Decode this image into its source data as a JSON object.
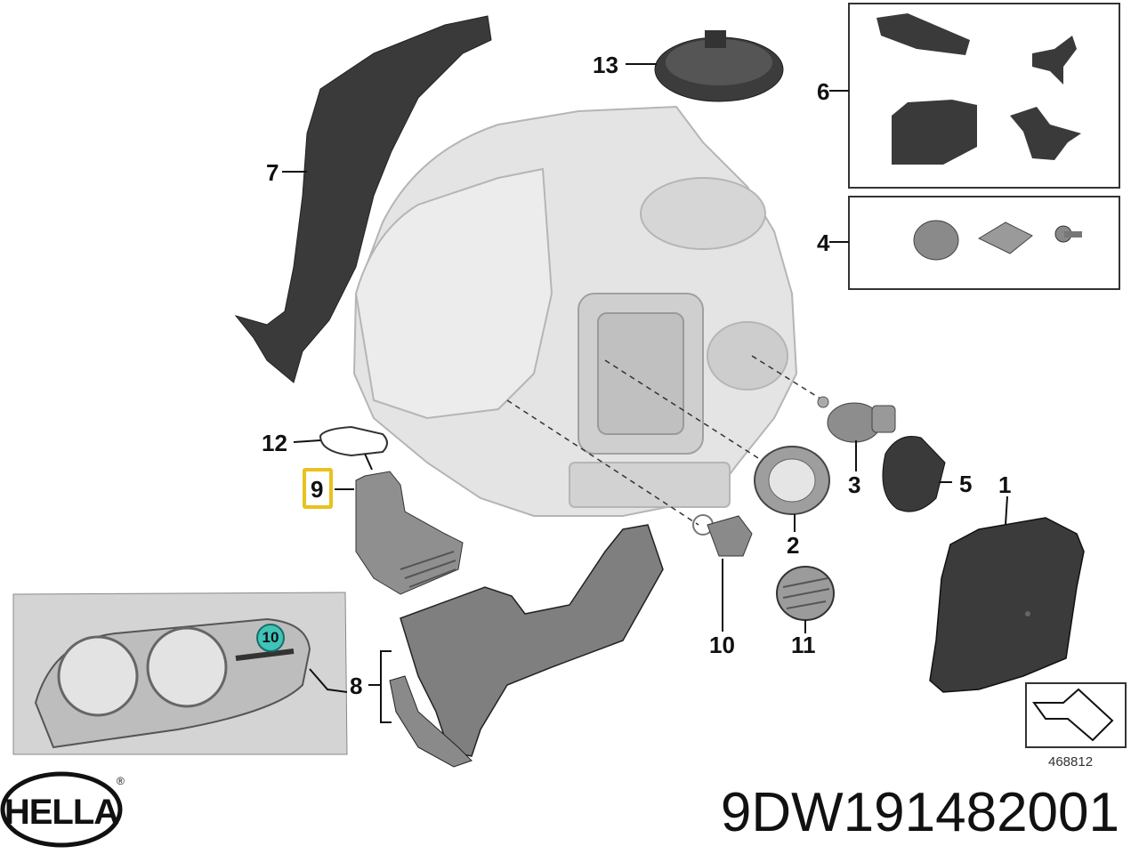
{
  "brand": {
    "logo_text": "HELLA",
    "registered_mark": "®"
  },
  "part_number": "9DW191482001",
  "diagram_number": "468812",
  "callouts": {
    "c1": "1",
    "c2": "2",
    "c3": "3",
    "c4": "4",
    "c5": "5",
    "c6": "6",
    "c7": "7",
    "c8": "8",
    "c9": "9",
    "c10": "10",
    "c11": "11",
    "c12": "12",
    "c13": "13"
  },
  "inset_badge": "10",
  "highlighted_item": "9",
  "colors": {
    "highlight": "#e8c21e",
    "badge": "#3fc4b8",
    "line": "#111111",
    "housing": "#d9d9d9",
    "part_dark": "#3a3a3a"
  }
}
